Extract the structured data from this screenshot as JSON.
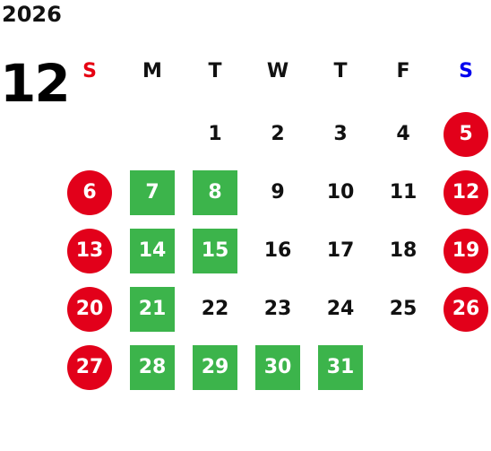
{
  "calendar": {
    "year": "2026",
    "month": "12",
    "colors": {
      "sunday_label": "#e60012",
      "saturday_label": "#0000ee",
      "weekday_label": "#111111",
      "holiday_circle": "#e2001a",
      "highlight_square": "#3cb44b",
      "text_on_color": "#ffffff",
      "text_default": "#111111"
    },
    "weekdays": [
      {
        "label": "S",
        "kind": "sunday"
      },
      {
        "label": "M",
        "kind": "weekday"
      },
      {
        "label": "T",
        "kind": "weekday"
      },
      {
        "label": "W",
        "kind": "weekday"
      },
      {
        "label": "T",
        "kind": "weekday"
      },
      {
        "label": "F",
        "kind": "weekday"
      },
      {
        "label": "S",
        "kind": "saturday"
      }
    ],
    "weeks": [
      [
        {
          "day": "",
          "style": "empty"
        },
        {
          "day": "",
          "style": "empty"
        },
        {
          "day": "1",
          "style": "plain"
        },
        {
          "day": "2",
          "style": "plain"
        },
        {
          "day": "3",
          "style": "plain"
        },
        {
          "day": "4",
          "style": "plain"
        },
        {
          "day": "5",
          "style": "holiday"
        }
      ],
      [
        {
          "day": "6",
          "style": "holiday"
        },
        {
          "day": "7",
          "style": "highlight"
        },
        {
          "day": "8",
          "style": "highlight"
        },
        {
          "day": "9",
          "style": "plain"
        },
        {
          "day": "10",
          "style": "plain"
        },
        {
          "day": "11",
          "style": "plain"
        },
        {
          "day": "12",
          "style": "holiday"
        }
      ],
      [
        {
          "day": "13",
          "style": "holiday"
        },
        {
          "day": "14",
          "style": "highlight"
        },
        {
          "day": "15",
          "style": "highlight"
        },
        {
          "day": "16",
          "style": "plain"
        },
        {
          "day": "17",
          "style": "plain"
        },
        {
          "day": "18",
          "style": "plain"
        },
        {
          "day": "19",
          "style": "holiday"
        }
      ],
      [
        {
          "day": "20",
          "style": "holiday"
        },
        {
          "day": "21",
          "style": "highlight"
        },
        {
          "day": "22",
          "style": "plain"
        },
        {
          "day": "23",
          "style": "plain"
        },
        {
          "day": "24",
          "style": "plain"
        },
        {
          "day": "25",
          "style": "plain"
        },
        {
          "day": "26",
          "style": "holiday"
        }
      ],
      [
        {
          "day": "27",
          "style": "holiday"
        },
        {
          "day": "28",
          "style": "highlight"
        },
        {
          "day": "29",
          "style": "highlight"
        },
        {
          "day": "30",
          "style": "highlight"
        },
        {
          "day": "31",
          "style": "highlight"
        },
        {
          "day": "",
          "style": "empty"
        },
        {
          "day": "",
          "style": "empty"
        }
      ]
    ]
  }
}
